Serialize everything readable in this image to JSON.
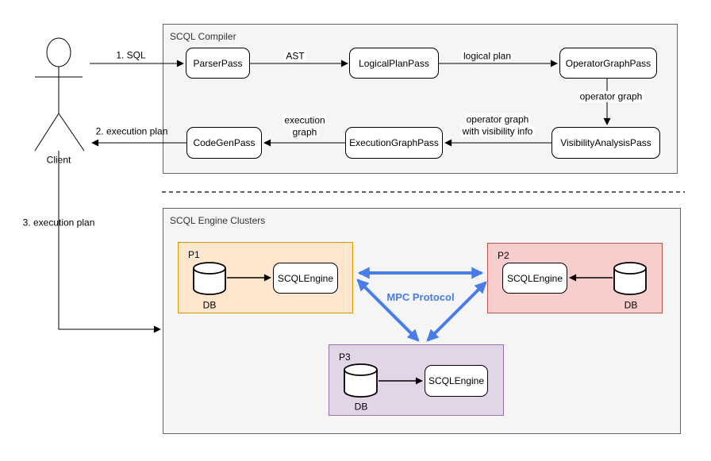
{
  "client": {
    "label": "Client",
    "messages": {
      "sql": "1. SQL",
      "execution_plan_out": "2. execution plan",
      "execution_plan_down": "3. execution plan"
    }
  },
  "compiler": {
    "title": "SCQL Compiler",
    "nodes": {
      "parser": "ParserPass",
      "logical_plan": "LogicalPlanPass",
      "operator_graph": "OperatorGraphPass",
      "visibility": "VisibilityAnalysisPass",
      "execution_graph": "ExecutionGraphPass",
      "codegen": "CodeGenPass"
    },
    "edge_labels": {
      "ast": "AST",
      "logical_plan": "logical plan",
      "operator_graph": "operator graph",
      "operator_graph_vis_line1": "operator graph",
      "operator_graph_vis_line2": "with visibility info",
      "execution_graph_line1": "execution",
      "execution_graph_line2": "graph"
    }
  },
  "engine": {
    "title": "SCQL Engine Clusters",
    "mpc_label": "MPC Protocol",
    "parties": [
      {
        "name": "P1",
        "db_label": "DB",
        "engine_label": "SCQLEngine"
      },
      {
        "name": "P2",
        "db_label": "DB",
        "engine_label": "SCQLEngine"
      },
      {
        "name": "P3",
        "db_label": "DB",
        "engine_label": "SCQLEngine"
      }
    ]
  },
  "colors": {
    "p1_fill": "#ffe6cc",
    "p1_border": "#d79b00",
    "p2_fill": "#f8cecc",
    "p2_border": "#b85450",
    "p3_fill": "#e1d5e7",
    "p3_border": "#9673a6",
    "mpc_blue": "#4a7ce8",
    "container_fill": "#f5f5f5",
    "container_border": "#666666",
    "line_black": "#000000"
  }
}
